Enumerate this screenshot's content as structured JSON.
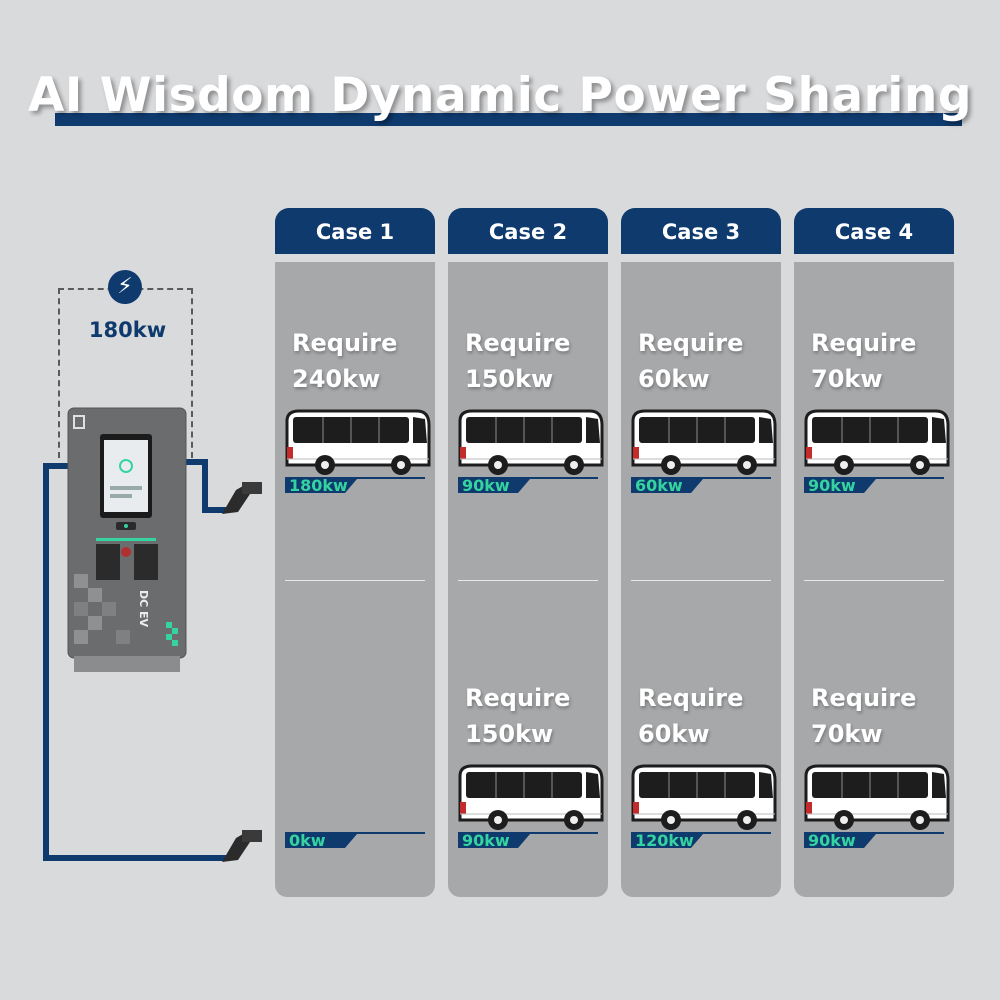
{
  "header": {
    "title": "AI Wisdom Dynamic Power Sharing"
  },
  "charger": {
    "total_power": "180kw",
    "icon": "lightning-bolt-icon",
    "label": "DC EV"
  },
  "colors": {
    "navy": "#0e3a6e",
    "panel": "#a7a8aa",
    "accent": "#35d3a0",
    "background": "#d9dadc"
  },
  "cases": [
    {
      "label": "Case 1",
      "slots": [
        {
          "require_label": "Require",
          "require_value": "240kw",
          "allocated": "180kw",
          "has_bus": true
        },
        {
          "require_label": "",
          "require_value": "",
          "allocated": "0kw",
          "has_bus": false
        }
      ]
    },
    {
      "label": "Case 2",
      "slots": [
        {
          "require_label": "Require",
          "require_value": "150kw",
          "allocated": "90kw",
          "has_bus": true
        },
        {
          "require_label": "Require",
          "require_value": "150kw",
          "allocated": "90kw",
          "has_bus": true
        }
      ]
    },
    {
      "label": "Case 3",
      "slots": [
        {
          "require_label": "Require",
          "require_value": "60kw",
          "allocated": "60kw",
          "has_bus": true
        },
        {
          "require_label": "Require",
          "require_value": "60kw",
          "allocated": "120kw",
          "has_bus": true
        }
      ]
    },
    {
      "label": "Case 4",
      "slots": [
        {
          "require_label": "Require",
          "require_value": "70kw",
          "allocated": "90kw",
          "has_bus": true
        },
        {
          "require_label": "Require",
          "require_value": "70kw",
          "allocated": "90kw",
          "has_bus": true
        }
      ]
    }
  ]
}
